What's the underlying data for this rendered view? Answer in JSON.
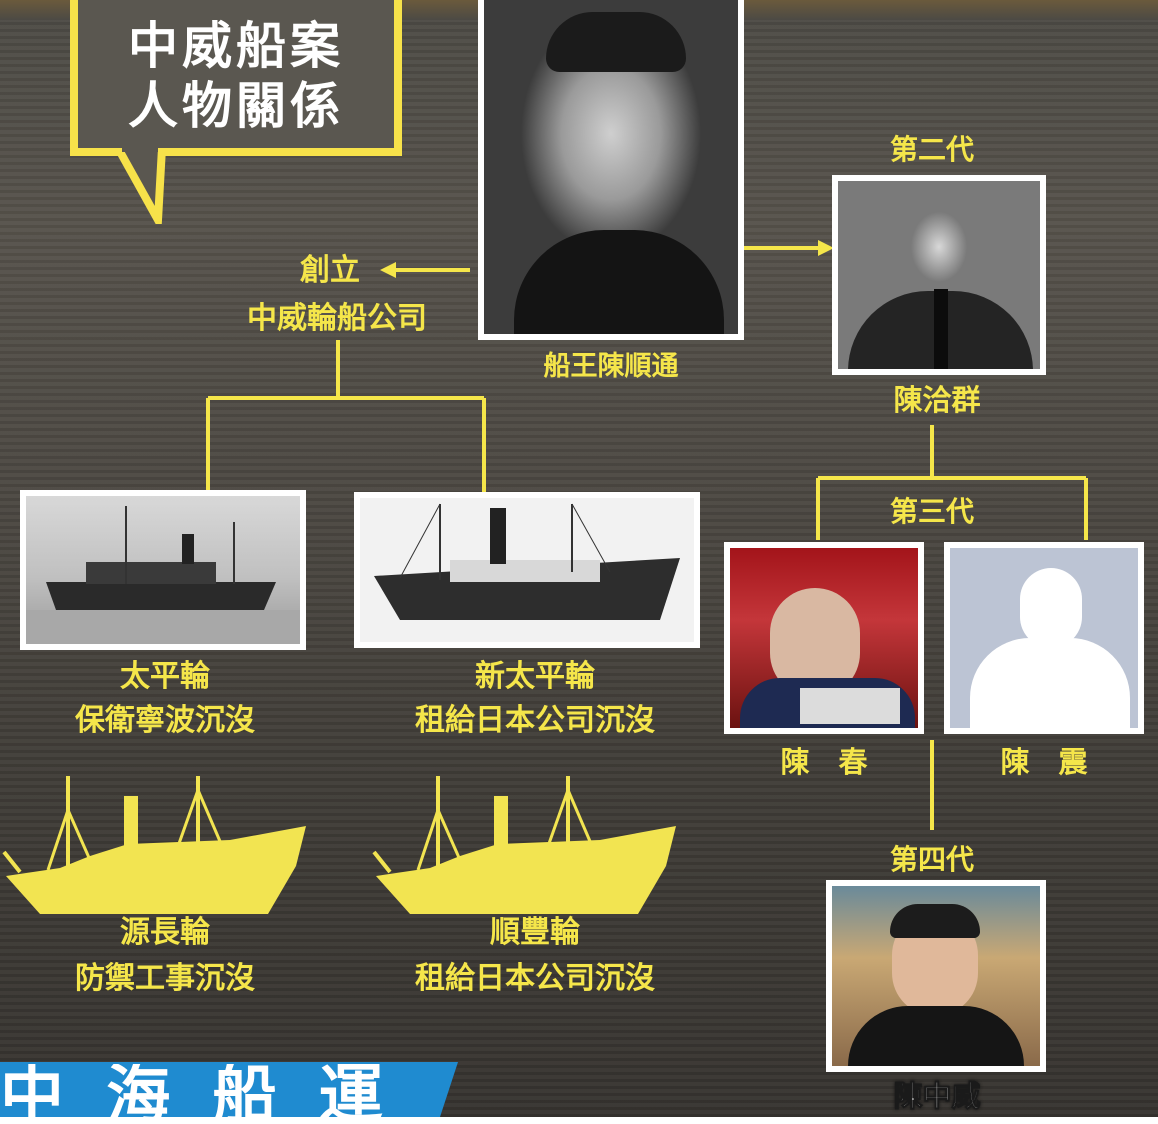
{
  "callout": {
    "line1": "中威船案",
    "line2": "人物關係"
  },
  "founder": {
    "name": "船王陳順通"
  },
  "company": {
    "line1": "創立",
    "line2": "中威輪船公司"
  },
  "gen2": {
    "label": "第二代",
    "name": "陳洽群"
  },
  "gen3": {
    "label": "第三代",
    "names": [
      "陳　春",
      "陳　震"
    ]
  },
  "gen4": {
    "label": "第四代",
    "name": "陳中威"
  },
  "ships": [
    {
      "name": "太平輪",
      "fate": "保衛寧波沉沒"
    },
    {
      "name": "新太平輪",
      "fate": "租給日本公司沉沒"
    },
    {
      "name": "源長輪",
      "fate": "防禦工事沉沒"
    },
    {
      "name": "順豐輪",
      "fate": "租給日本公司沉沒"
    }
  ],
  "banner": {
    "text": "中 海 船 運 談"
  },
  "colors": {
    "accent": "#f5e64a",
    "banner": "#1f8bd0"
  }
}
